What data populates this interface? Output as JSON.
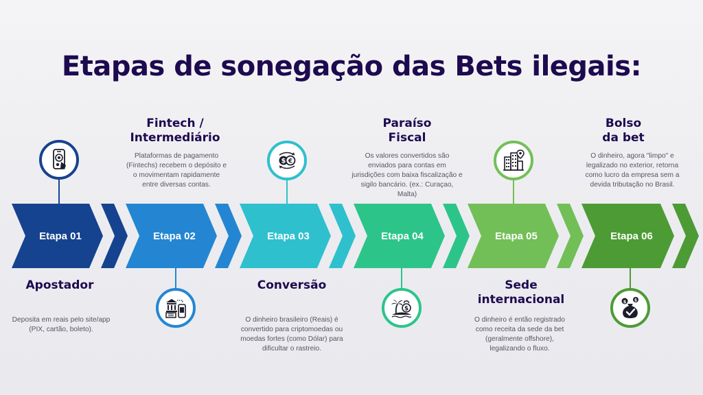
{
  "title": "Etapas de sonegação das Bets ilegais:",
  "colors": {
    "title": "#1d0a4f",
    "step1": "#16438f",
    "step2": "#2486d2",
    "step3": "#2fc0ce",
    "step4": "#2dc48a",
    "step5": "#73bf57",
    "step6": "#4d9b35"
  },
  "steps": [
    {
      "tag": "Etapa 01",
      "title": "Apostador",
      "description": "Deposita em reais pelo site/app (PIX, cartão, boleto).",
      "icon": "phone-soccer-ball-icon"
    },
    {
      "tag": "Etapa 02",
      "title": "Fintech / Intermediário",
      "description": "Plataformas de pagamento (Fintechs) recebem o depósito e o movimentam rapidamente entre diversas contas.",
      "icon": "bank-to-mobile-icon"
    },
    {
      "tag": "Etapa 03",
      "title": "Conversão",
      "description": "O dinheiro brasileiro (Reais) é convertido para criptomoedas ou moedas fortes (como Dólar) para dificultar o rastreio.",
      "icon": "currency-exchange-icon"
    },
    {
      "tag": "Etapa 04",
      "title": "Paraíso Fiscal",
      "description": "Os valores convertidos são enviados para contas em jurisdições com baixa fiscalização e sigilo bancário. (ex.: Curaçao, Malta)",
      "icon": "island-money-icon"
    },
    {
      "tag": "Etapa 05",
      "title": "Sede internacional",
      "description": "O dinheiro é então registrado como receita da sede da bet (geralmente offshore), legalizando o fluxo.",
      "icon": "city-location-icon"
    },
    {
      "tag": "Etapa 06",
      "title": "Bolso da bet",
      "description": "O dinheiro, agora \"limpo\" e legalizado no exterior, retorna como lucro da empresa sem a devida tributação no Brasil.",
      "icon": "money-bag-check-icon"
    }
  ]
}
